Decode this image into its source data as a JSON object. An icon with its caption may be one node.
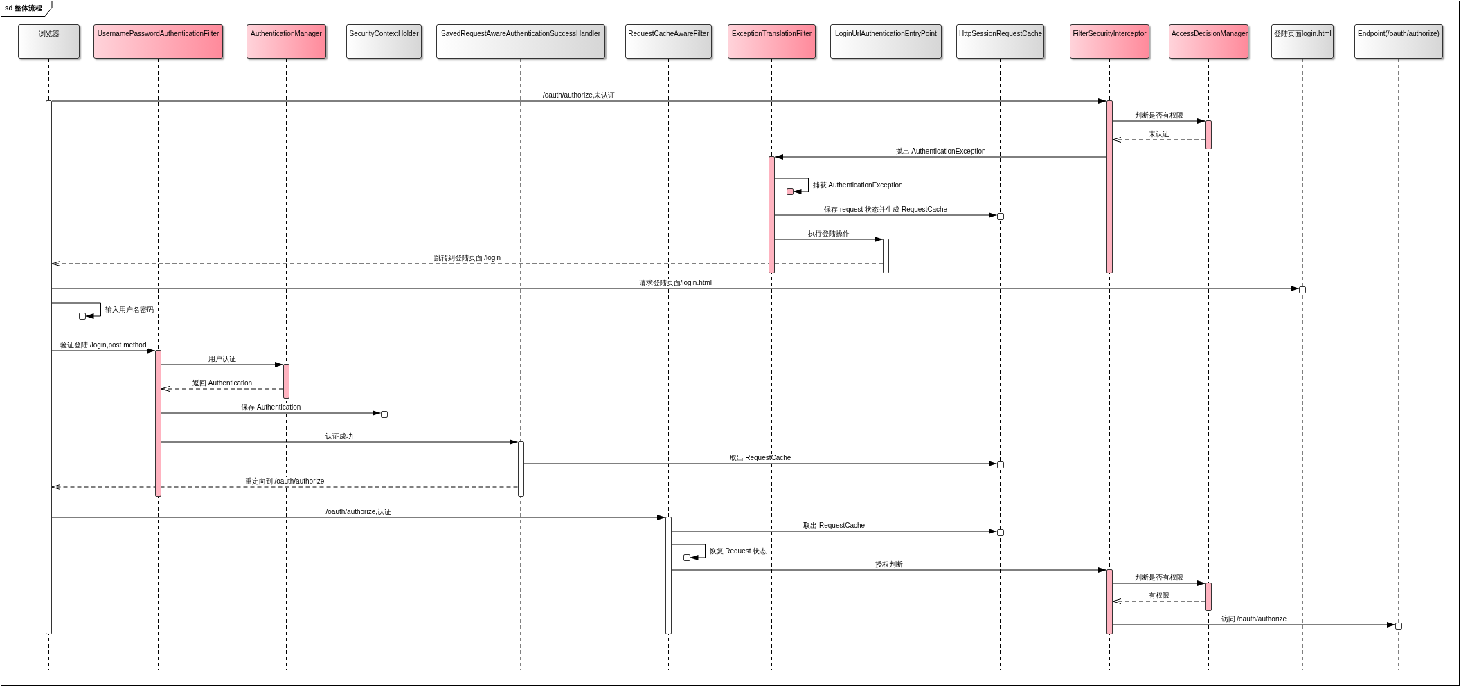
{
  "diagram": {
    "title": "sd 整体流程",
    "nodes": [
      {
        "text": [
          "浏览器"
        ]
      },
      {
        "text": [
          "UsernamePasswordAuthenticationFilter"
        ]
      },
      {
        "text": [
          "AuthenticationManager"
        ]
      },
      {
        "text": [
          "SecurityContextHolder"
        ]
      },
      {
        "text": [
          "SavedRequestAwareAuthenticationSuccessHandler"
        ]
      },
      {
        "text": [
          "RequestCacheAwareFilter"
        ]
      },
      {
        "text": [
          "ExceptionTranslationFilter"
        ]
      },
      {
        "text": [
          "LoginUrlAuthenticationEntryPoint"
        ]
      },
      {
        "text": [
          "HttpSessionRequestCache"
        ]
      },
      {
        "text": [
          "FilterSecurityInterceptor"
        ]
      },
      {
        "text": [
          "AccessDecisionManager"
        ]
      },
      {
        "text": [
          "登陆页面login.html"
        ]
      },
      {
        "text": [
          "Endpoint(/oauth/authorize)"
        ]
      },
      {
        "text": [],
        "shape": "bar"
      },
      {
        "text": [],
        "shape": "bar"
      },
      {
        "text": [],
        "shape": "bar"
      },
      {
        "text": [],
        "shape": "bar"
      },
      {
        "text": [],
        "shape": "box"
      },
      {
        "text": [],
        "shape": "box"
      },
      {
        "text": [],
        "shape": "bar"
      },
      {
        "text": [],
        "shape": "box"
      },
      {
        "text": [],
        "shape": "box"
      },
      {
        "text": [],
        "shape": "bar"
      },
      {
        "text": [],
        "shape": "bar"
      },
      {
        "text": [],
        "shape": "box"
      },
      {
        "text": [],
        "shape": "bar"
      },
      {
        "text": [],
        "shape": "box"
      },
      {
        "text": [],
        "shape": "bar"
      },
      {
        "text": [],
        "shape": "box"
      },
      {
        "text": [],
        "shape": "box"
      },
      {
        "text": [],
        "shape": "bar"
      },
      {
        "text": [],
        "shape": "bar"
      },
      {
        "text": [],
        "shape": "box"
      }
    ],
    "edges": [
      {
        "from": 13,
        "to": 14,
        "arrow": "to",
        "label": "/oauth/authorize,未认证"
      },
      {
        "from": 14,
        "to": 15,
        "arrow": "to",
        "label": "判断是否有权限"
      },
      {
        "from": 15,
        "to": 14,
        "arrow": "to",
        "label": "未认证",
        "style": "dashed"
      },
      {
        "from": 14,
        "to": 16,
        "arrow": "to",
        "label": "抛出 AuthenticationException"
      },
      {
        "from": 16,
        "to": 17,
        "arrow": "to",
        "label": "捕获 AuthenticationException"
      },
      {
        "from": 16,
        "to": 18,
        "arrow": "to",
        "label": "保存 request 状态并生成 RequestCache"
      },
      {
        "from": 16,
        "to": 19,
        "arrow": "to",
        "label": "执行登陆操作"
      },
      {
        "from": 19,
        "to": 13,
        "arrow": "to",
        "label": "跳转到登陆页面 /login",
        "style": "dashed"
      },
      {
        "from": 13,
        "to": 20,
        "arrow": "to",
        "label": "请求登陆页面/login.html"
      },
      {
        "from": 13,
        "to": 21,
        "arrow": "to",
        "label": "输入用户名密码"
      },
      {
        "from": 13,
        "to": 22,
        "arrow": "to",
        "label": "验证登陆 /login,post method"
      },
      {
        "from": 22,
        "to": 23,
        "arrow": "to",
        "label": "用户认证"
      },
      {
        "from": 23,
        "to": 22,
        "arrow": "to",
        "label": "返回 Authentication",
        "style": "dashed"
      },
      {
        "from": 22,
        "to": 24,
        "arrow": "to",
        "label": "保存 Authentication"
      },
      {
        "from": 22,
        "to": 25,
        "arrow": "to",
        "label": "认证成功"
      },
      {
        "from": 25,
        "to": 26,
        "arrow": "to",
        "label": "取出 RequestCache"
      },
      {
        "from": 25,
        "to": 13,
        "arrow": "to",
        "label": "重定向到 /oauth/authorize",
        "style": "dashed"
      },
      {
        "from": 13,
        "to": 27,
        "arrow": "to",
        "label": "/oauth/authorize,认证"
      },
      {
        "from": 27,
        "to": 28,
        "arrow": "to",
        "label": "取出 RequestCache"
      },
      {
        "from": 27,
        "to": 29,
        "arrow": "to",
        "label": "恢复 Request 状态"
      },
      {
        "from": 27,
        "to": 30,
        "arrow": "to",
        "label": "授权判断"
      },
      {
        "from": 30,
        "to": 31,
        "arrow": "to",
        "label": "判断是否有权限"
      },
      {
        "from": 31,
        "to": 30,
        "arrow": "to",
        "label": "有权限",
        "style": "dashed"
      },
      {
        "from": 30,
        "to": 32,
        "arrow": "to",
        "label": "访问 /oauth/authorize"
      },
      {
        "from": 0,
        "to": null,
        "arrow": "none",
        "style": "dashed"
      },
      {
        "from": 1,
        "to": null,
        "arrow": "none",
        "style": "dashed"
      },
      {
        "from": 2,
        "to": null,
        "arrow": "none",
        "style": "dashed"
      },
      {
        "from": 3,
        "to": null,
        "arrow": "none",
        "style": "dashed"
      },
      {
        "from": 4,
        "to": null,
        "arrow": "none",
        "style": "dashed"
      },
      {
        "from": 5,
        "to": null,
        "arrow": "none",
        "style": "dashed"
      },
      {
        "from": 6,
        "to": null,
        "arrow": "none",
        "style": "dashed"
      },
      {
        "from": 7,
        "to": null,
        "arrow": "none",
        "style": "dashed"
      },
      {
        "from": 8,
        "to": null,
        "arrow": "none",
        "style": "dashed"
      },
      {
        "from": 9,
        "to": null,
        "arrow": "none",
        "style": "dashed"
      },
      {
        "from": 10,
        "to": null,
        "arrow": "none",
        "style": "dashed"
      },
      {
        "from": 11,
        "to": null,
        "arrow": "none",
        "style": "dashed"
      },
      {
        "from": 12,
        "to": null,
        "arrow": "none",
        "style": "dashed"
      }
    ]
  }
}
